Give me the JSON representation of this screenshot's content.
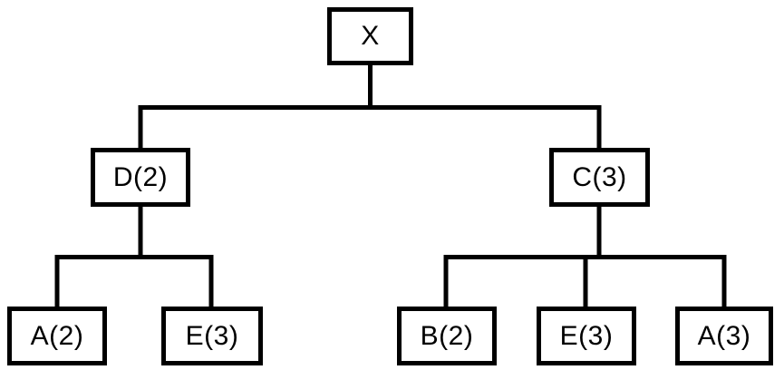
{
  "diagram": {
    "type": "tree",
    "nodes": {
      "root": "X",
      "left_child": "D(2)",
      "right_child": "C(3)",
      "left_grandchildren": [
        "A(2)",
        "E(3)"
      ],
      "right_grandchildren": [
        "B(2)",
        "E(3)",
        "A(3)"
      ]
    },
    "edges": [
      "X-D(2)",
      "X-C(3)",
      "D(2)-A(2)",
      "D(2)-E(3)",
      "C(3)-B(2)",
      "C(3)-E(3)",
      "C(3)-A(3)"
    ],
    "colors": {
      "line": "#000000",
      "box_border": "#000000",
      "box_fill": "#ffffff",
      "background": "#ffffff",
      "text": "#000000"
    }
  }
}
